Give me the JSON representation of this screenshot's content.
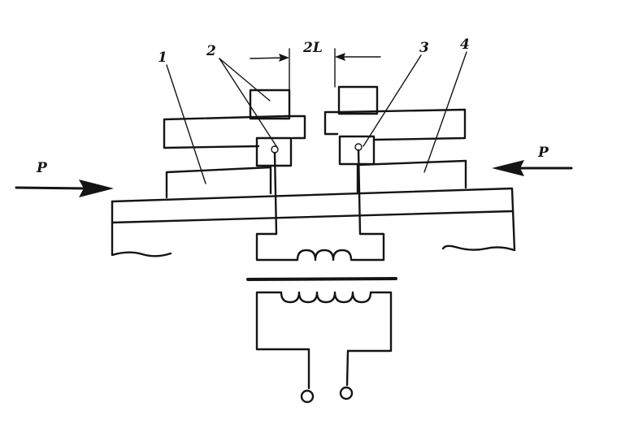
{
  "labels": {
    "part1": "1",
    "part2": "2",
    "part3": "3",
    "part4": "4",
    "gap": "2L",
    "force_left": "P",
    "force_right": "P"
  },
  "colors": {
    "ink": "#141414",
    "background": "#ffffff"
  }
}
